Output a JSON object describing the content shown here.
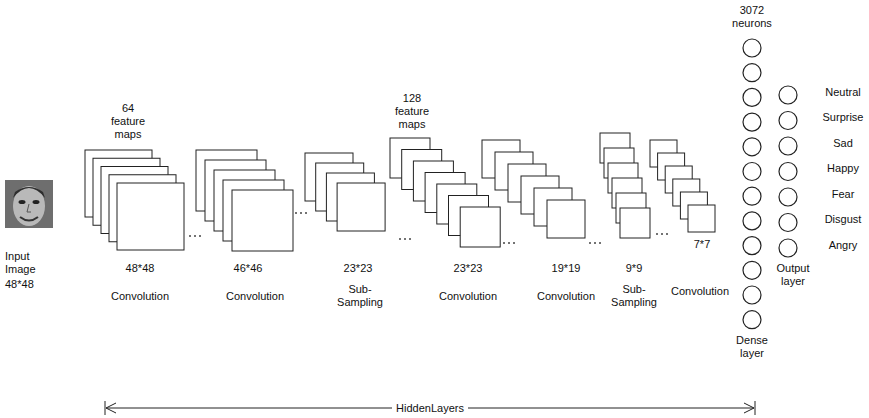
{
  "diagram": {
    "nodes": [
      {
        "text": [
          "Input Image",
          "48*48"
        ]
      },
      {
        "text": [
          "64 feature maps",
          "48*48",
          "Convolution"
        ]
      },
      {
        "text": [
          "46*46",
          "Convolution"
        ]
      },
      {
        "text": [
          "23*23",
          "Sub-Sampling"
        ]
      },
      {
        "text": [
          "128 feature maps",
          "23*23",
          "Convolution"
        ]
      },
      {
        "text": [
          "19*19",
          "Convolution"
        ]
      },
      {
        "text": [
          "9*9",
          "Sub-Sampling"
        ]
      },
      {
        "text": [
          "7*7",
          "Convolution"
        ]
      },
      {
        "text": [
          "3072 neurons",
          "Dense layer"
        ]
      },
      {
        "text": [
          "Output layer"
        ]
      }
    ],
    "labels": [
      "Neutral",
      "Surprise",
      "Sad",
      "Happy",
      "Fear",
      "Disgust",
      "Angry",
      "HiddenLayers"
    ]
  }
}
